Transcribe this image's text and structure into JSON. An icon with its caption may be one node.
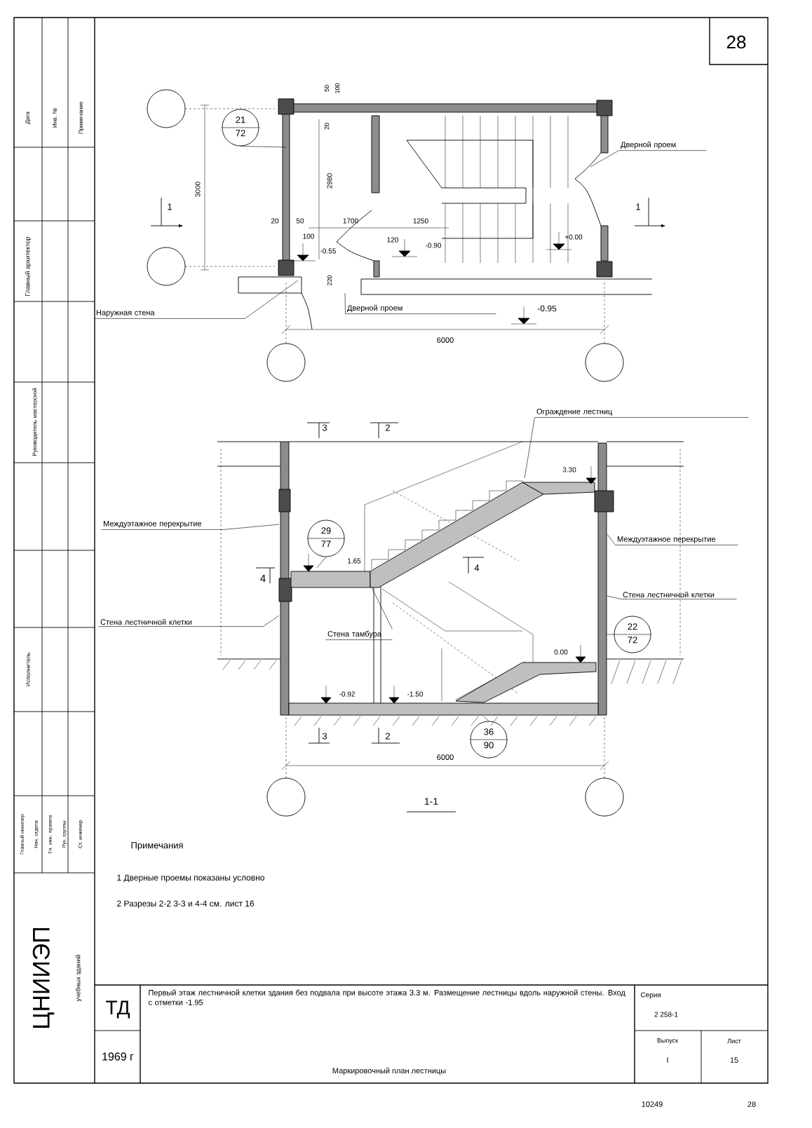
{
  "diagram": {
    "nodes": [
      {
        "text": [
          "Дверной проем"
        ]
      },
      {
        "text": [
          "Наружная стена"
        ]
      },
      {
        "text": [
          "Дверной проем"
        ]
      },
      {
        "text": [
          "21",
          "72"
        ]
      },
      {
        "text": [],
        "shape": "circle"
      },
      {
        "text": [],
        "shape": "circle"
      },
      {
        "text": [],
        "shape": "circle"
      },
      {
        "text": [],
        "shape": "circle"
      },
      {
        "text": [
          "Ограждение лестниц"
        ]
      },
      {
        "text": [
          "Междуэтажное перекрытие"
        ]
      },
      {
        "text": [
          "29",
          "77"
        ]
      },
      {
        "text": [
          "Междуэтажное перекрытие"
        ]
      },
      {
        "text": [
          "Стена лестничной клетки"
        ]
      },
      {
        "text": [
          "Стена лестничной клетки"
        ]
      },
      {
        "text": [
          "Стена тамбура"
        ]
      },
      {
        "text": [
          "22",
          "72"
        ]
      },
      {
        "text": [
          "36",
          "90"
        ]
      },
      {
        "text": [],
        "shape": "circle"
      },
      {
        "text": [],
        "shape": "circle"
      }
    ],
    "edges": [
      {
        "from": 0,
        "to": null,
        "arrow": "none"
      },
      {
        "from": 1,
        "to": null,
        "arrow": "none"
      },
      {
        "from": 2,
        "to": null,
        "arrow": "none"
      },
      {
        "from": 3,
        "to": null,
        "arrow": "none"
      },
      {
        "from": 8,
        "to": null,
        "arrow": "none"
      },
      {
        "from": 9,
        "to": null,
        "arrow": "none"
      },
      {
        "from": 10,
        "to": null,
        "arrow": "none"
      },
      {
        "from": 11,
        "to": null,
        "arrow": "none"
      },
      {
        "from": 12,
        "to": null,
        "arrow": "none"
      },
      {
        "from": 13,
        "to": null,
        "arrow": "none"
      },
      {
        "from": 14,
        "to": null,
        "arrow": "none"
      },
      {
        "from": 15,
        "to": null,
        "arrow": "none"
      },
      {
        "from": 16,
        "to": null,
        "arrow": "none"
      }
    ],
    "labels": [
      "28",
      "50",
      "100",
      "20",
      "3000",
      "2980",
      "20",
      "50",
      "1700",
      "1250",
      "100",
      "120",
      "-0.90",
      "+0.00",
      "-0.55",
      "220",
      "-0.95",
      "6000",
      "1",
      "1",
      "3",
      "2",
      "3.30",
      "1.65",
      "4",
      "4",
      "0.00",
      "-0.92",
      "-1.50",
      "3",
      "2",
      "6000",
      "1-1",
      "Примечания",
      "1 Дверные проемы показаны условно",
      "2 Разрезы 2-2 3-3 и 4-4 см. лист 16",
      "ТД",
      "1969 г",
      "Первый этаж лестничной клетки здания без подвала при высоте этажа 3.3 м. Размещение лестницы вдоль наружной стены. Вход с отметки -1.95",
      "Маркировочный план лестницы",
      "Серия",
      "2 258-1",
      "Выпуск",
      "I",
      "Лист",
      "15",
      "10249",
      "28",
      "Дата",
      "Инв. №",
      "Примечание",
      "Главный архитектор",
      "Руководитель мастерской",
      "Исполнитель",
      "Главный инженер",
      "Нач. отдела",
      "Гл. инж. проекта",
      "Рук. группы",
      "Ст. инженер",
      "ЦНИИЭП",
      "учебных зданий"
    ]
  }
}
